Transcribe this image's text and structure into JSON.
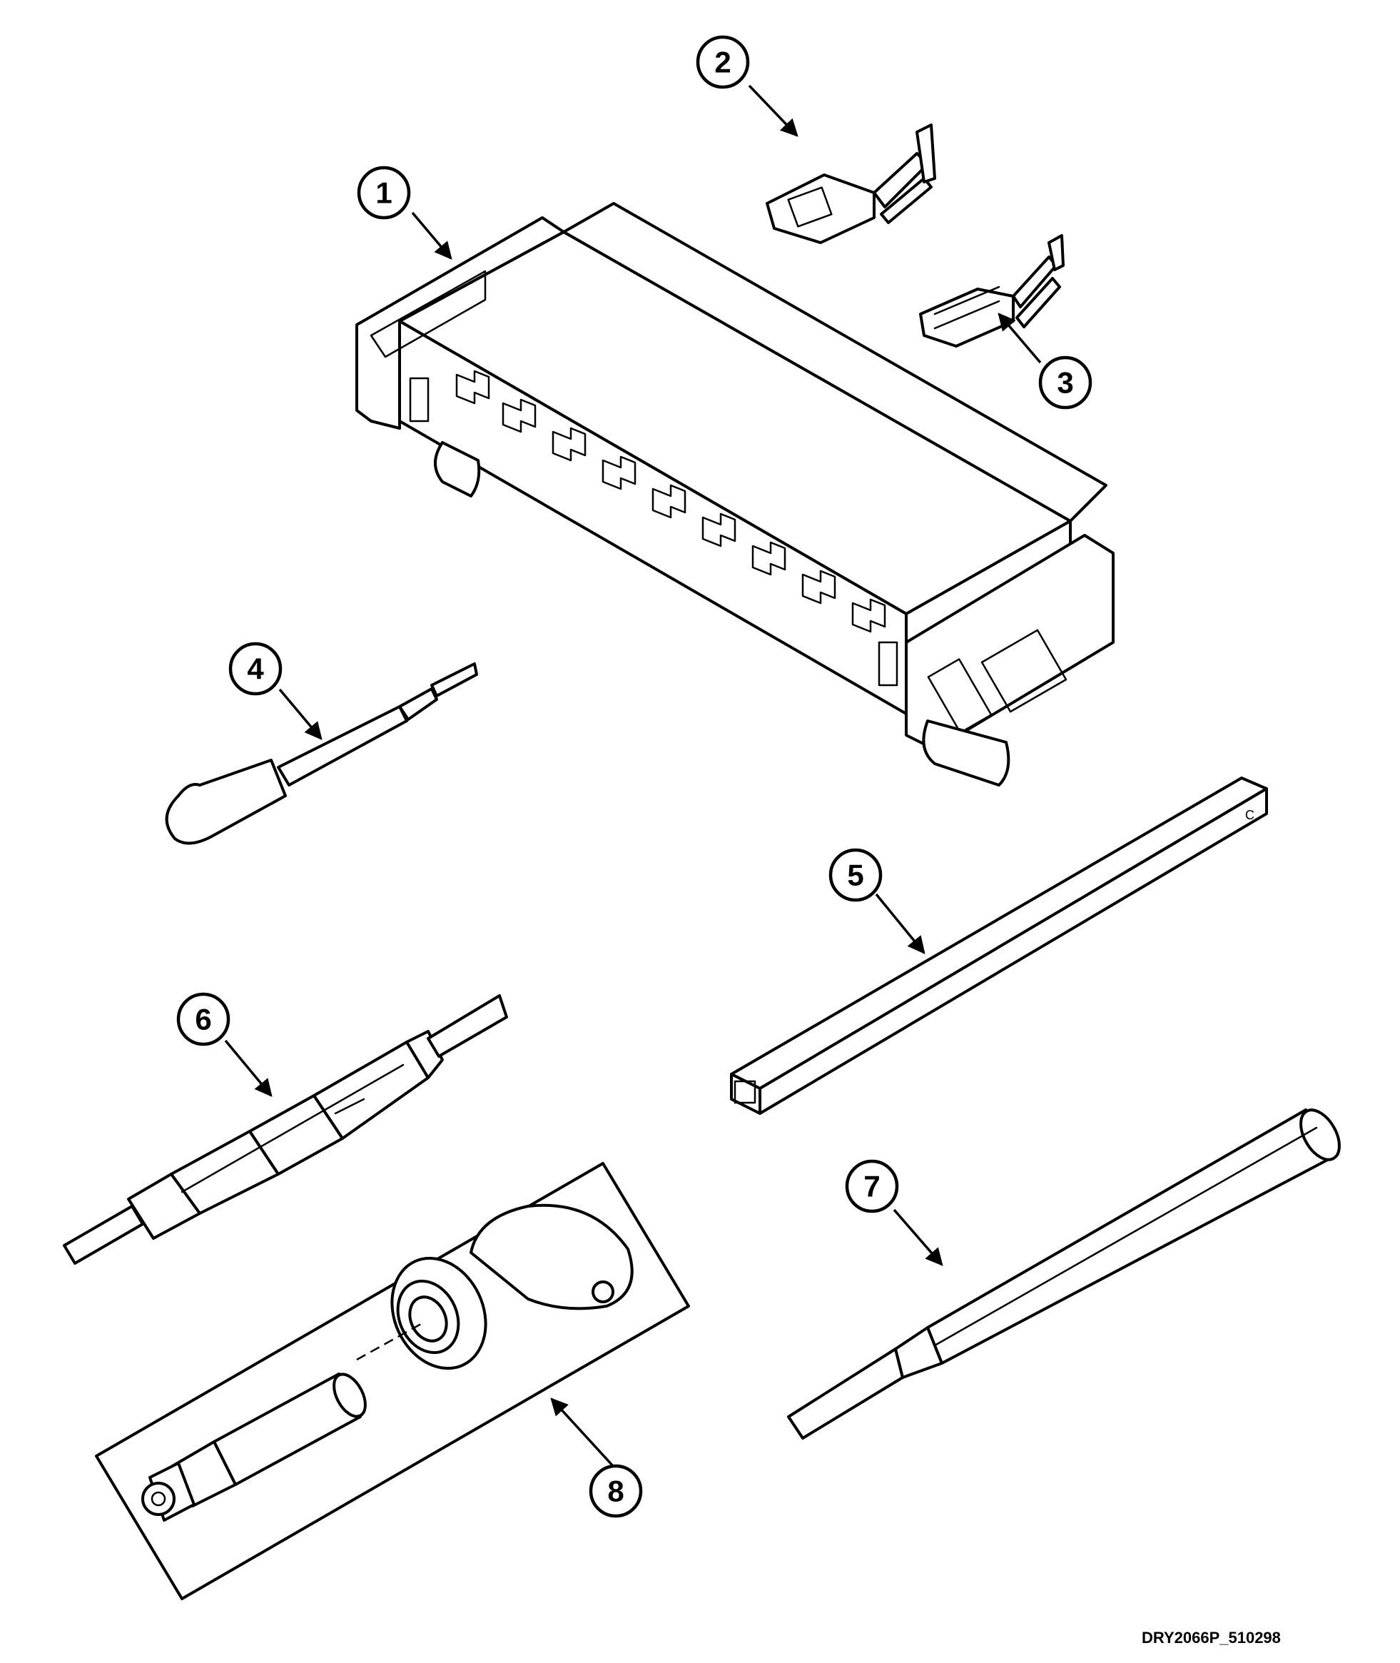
{
  "figure_id": "DRY2066P_510298",
  "callouts": [
    "1",
    "2",
    "3",
    "4",
    "5",
    "6",
    "7",
    "8"
  ],
  "colors": {
    "line": "#000000",
    "background": "#ffffff"
  }
}
